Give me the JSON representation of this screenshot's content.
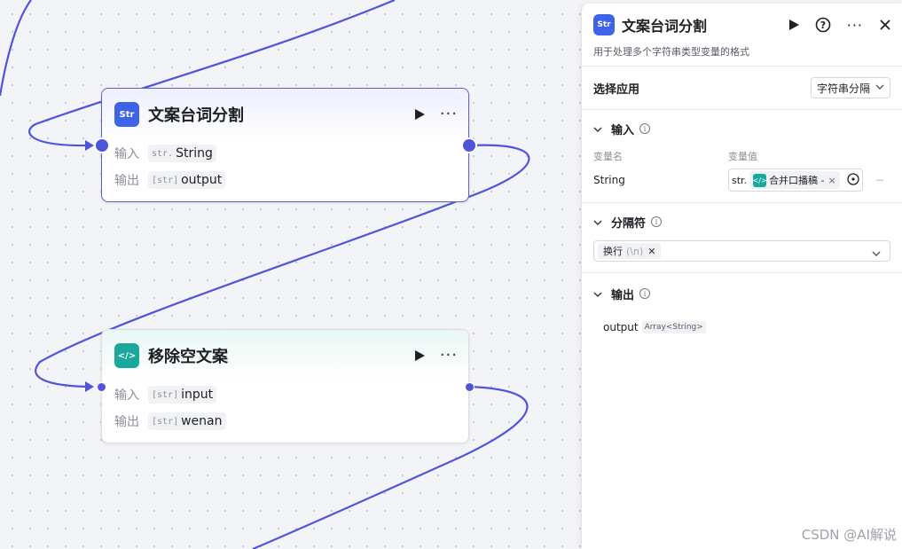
{
  "nodes": {
    "split": {
      "title": "文案台词分割",
      "icon_text": "Str",
      "input_label": "输入",
      "output_label": "输出",
      "input_prefix": "str.",
      "input_value": "String",
      "output_prefix": "[str]",
      "output_value": "output"
    },
    "remove": {
      "title": "移除空文案",
      "icon_text": "</>",
      "input_label": "输入",
      "output_label": "输出",
      "input_prefix": "[str]",
      "input_value": "input",
      "output_prefix": "[str]",
      "output_value": "wenan"
    }
  },
  "panel": {
    "title": "文案台词分割",
    "icon_text": "Str",
    "description": "用于处理多个字符串类型变量的格式",
    "select_app_label": "选择应用",
    "select_app_value": "字符串分隔",
    "input_section": {
      "title": "输入",
      "col_name": "变量名",
      "col_value": "变量值",
      "var_name": "String",
      "value_prefix": "str.",
      "value_chip": "合并口播稿 -",
      "value_remove": "×",
      "row_action": "−"
    },
    "separator_section": {
      "title": "分隔符",
      "chip_label": "换行",
      "chip_hint": "(\\n)",
      "chip_remove": "✕"
    },
    "output_section": {
      "title": "输出",
      "name": "output",
      "type": "Array<String>"
    }
  },
  "watermark": "CSDN @AI解说",
  "colors": {
    "wire": "#4e55d9",
    "accent_blue": "#3d63e8",
    "accent_teal": "#1aa89c"
  }
}
